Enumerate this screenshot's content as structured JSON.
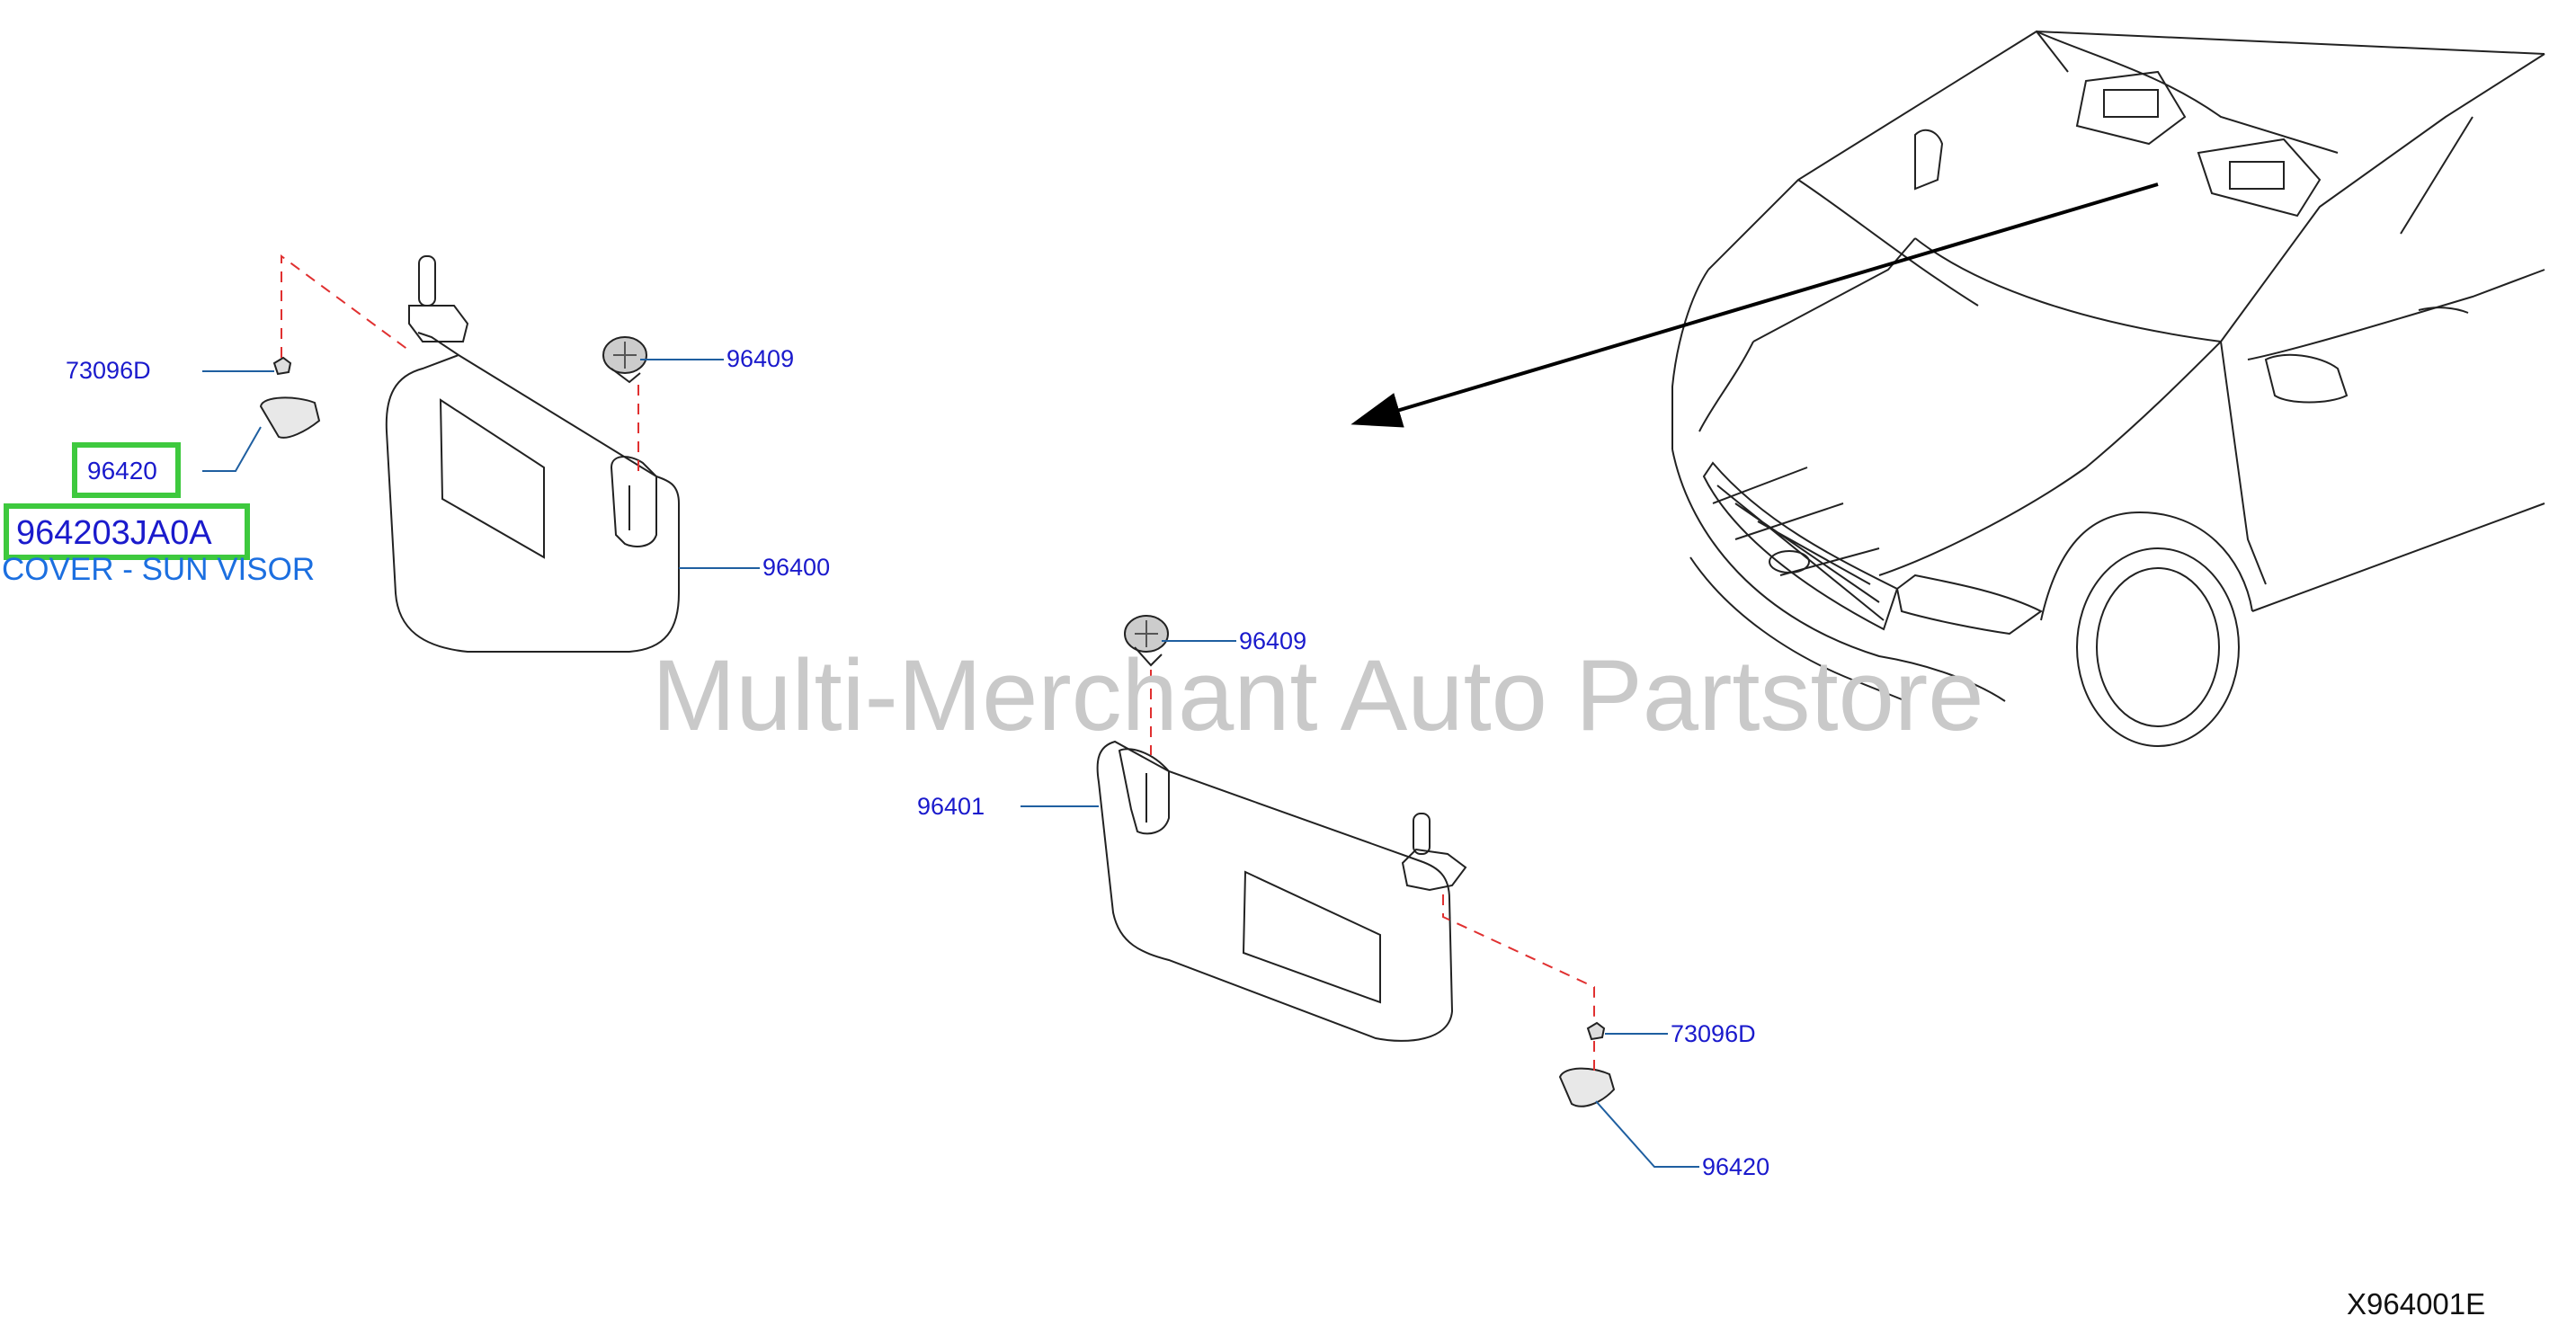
{
  "callouts": {
    "clip_left": "73096D",
    "cover_left": "96420",
    "holder_left": "96409",
    "visor_left": "96400",
    "holder_right": "96409",
    "visor_right": "96401",
    "clip_right": "73096D",
    "cover_right": "96420"
  },
  "highlight": {
    "part_number": "964203JA0A",
    "description": "COVER - SUN VISOR"
  },
  "watermark": "Multi-Merchant Auto Partstore",
  "figure_id": "X964001E",
  "colors": {
    "callout_text": "#1a1acc",
    "highlight_border": "#3ec93e",
    "description_text": "#1c6fe0",
    "dashed_line": "#e03030",
    "watermark": "#c9c9c9"
  }
}
